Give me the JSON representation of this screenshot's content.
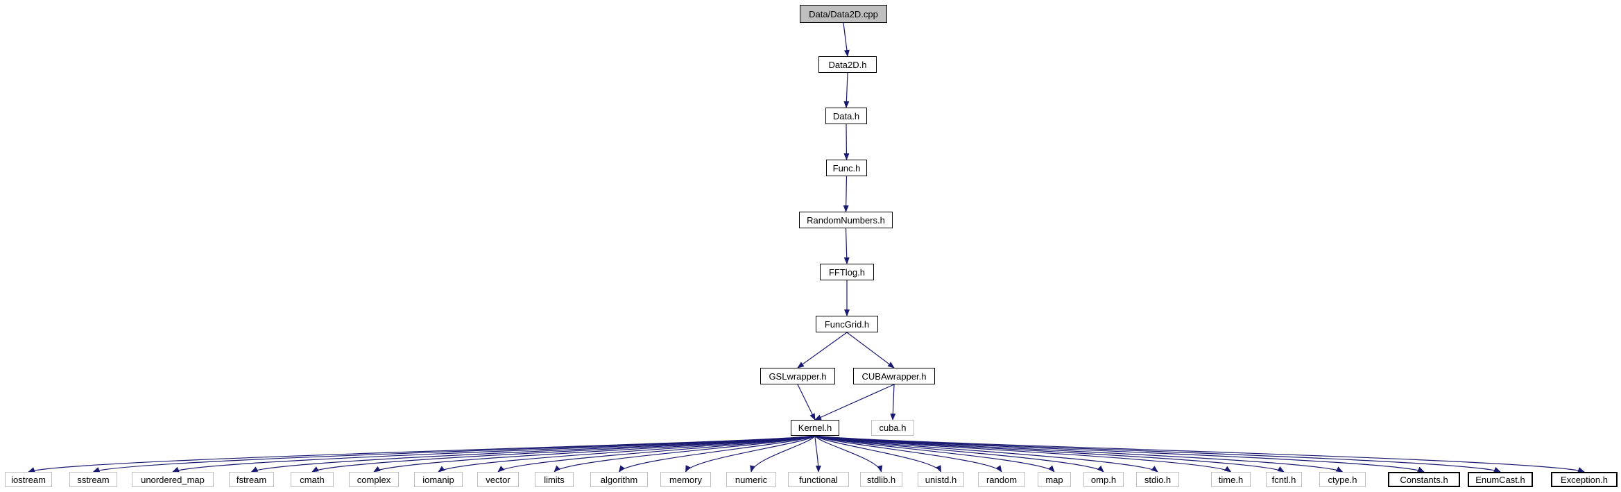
{
  "graph": {
    "edge_color": "#191970",
    "nodes": [
      {
        "id": "data2d_cpp",
        "label": "Data/Data2D.cpp",
        "kind": "root"
      },
      {
        "id": "data2d_h",
        "label": "Data2D.h",
        "kind": "local"
      },
      {
        "id": "data_h",
        "label": "Data.h",
        "kind": "local"
      },
      {
        "id": "func_h",
        "label": "Func.h",
        "kind": "local"
      },
      {
        "id": "randomnumbers_h",
        "label": "RandomNumbers.h",
        "kind": "local"
      },
      {
        "id": "fftlog_h",
        "label": "FFTlog.h",
        "kind": "local"
      },
      {
        "id": "funcgrid_h",
        "label": "FuncGrid.h",
        "kind": "local"
      },
      {
        "id": "gslwrapper_h",
        "label": "GSLwrapper.h",
        "kind": "local"
      },
      {
        "id": "cubawrapper_h",
        "label": "CUBAwrapper.h",
        "kind": "local"
      },
      {
        "id": "kernel_h",
        "label": "Kernel.h",
        "kind": "local"
      },
      {
        "id": "cuba_h",
        "label": "cuba.h",
        "kind": "system"
      },
      {
        "id": "iostream",
        "label": "iostream",
        "kind": "system"
      },
      {
        "id": "sstream",
        "label": "sstream",
        "kind": "system"
      },
      {
        "id": "unordered_map",
        "label": "unordered_map",
        "kind": "system"
      },
      {
        "id": "fstream",
        "label": "fstream",
        "kind": "system"
      },
      {
        "id": "cmath",
        "label": "cmath",
        "kind": "system"
      },
      {
        "id": "complex",
        "label": "complex",
        "kind": "system"
      },
      {
        "id": "iomanip",
        "label": "iomanip",
        "kind": "system"
      },
      {
        "id": "vector",
        "label": "vector",
        "kind": "system"
      },
      {
        "id": "limits",
        "label": "limits",
        "kind": "system"
      },
      {
        "id": "algorithm",
        "label": "algorithm",
        "kind": "system"
      },
      {
        "id": "memory",
        "label": "memory",
        "kind": "system"
      },
      {
        "id": "numeric",
        "label": "numeric",
        "kind": "system"
      },
      {
        "id": "functional",
        "label": "functional",
        "kind": "system"
      },
      {
        "id": "stdlib_h",
        "label": "stdlib.h",
        "kind": "system"
      },
      {
        "id": "unistd_h",
        "label": "unistd.h",
        "kind": "system"
      },
      {
        "id": "random",
        "label": "random",
        "kind": "system"
      },
      {
        "id": "map",
        "label": "map",
        "kind": "system"
      },
      {
        "id": "omp_h",
        "label": "omp.h",
        "kind": "system"
      },
      {
        "id": "stdio_h",
        "label": "stdio.h",
        "kind": "system"
      },
      {
        "id": "time_h",
        "label": "time.h",
        "kind": "system"
      },
      {
        "id": "fcntl_h",
        "label": "fcntl.h",
        "kind": "system"
      },
      {
        "id": "ctype_h",
        "label": "ctype.h",
        "kind": "system"
      },
      {
        "id": "constants_h",
        "label": "Constants.h",
        "kind": "local-bold"
      },
      {
        "id": "enumcast_h",
        "label": "EnumCast.h",
        "kind": "local-bold"
      },
      {
        "id": "exception_h",
        "label": "Exception.h",
        "kind": "local-bold"
      }
    ],
    "edges": [
      [
        "data2d_cpp",
        "data2d_h"
      ],
      [
        "data2d_h",
        "data_h"
      ],
      [
        "data_h",
        "func_h"
      ],
      [
        "func_h",
        "randomnumbers_h"
      ],
      [
        "randomnumbers_h",
        "fftlog_h"
      ],
      [
        "fftlog_h",
        "funcgrid_h"
      ],
      [
        "funcgrid_h",
        "gslwrapper_h"
      ],
      [
        "funcgrid_h",
        "cubawrapper_h"
      ],
      [
        "gslwrapper_h",
        "kernel_h"
      ],
      [
        "cubawrapper_h",
        "kernel_h"
      ],
      [
        "cubawrapper_h",
        "cuba_h"
      ],
      [
        "kernel_h",
        "iostream"
      ],
      [
        "kernel_h",
        "sstream"
      ],
      [
        "kernel_h",
        "unordered_map"
      ],
      [
        "kernel_h",
        "fstream"
      ],
      [
        "kernel_h",
        "cmath"
      ],
      [
        "kernel_h",
        "complex"
      ],
      [
        "kernel_h",
        "iomanip"
      ],
      [
        "kernel_h",
        "vector"
      ],
      [
        "kernel_h",
        "limits"
      ],
      [
        "kernel_h",
        "algorithm"
      ],
      [
        "kernel_h",
        "memory"
      ],
      [
        "kernel_h",
        "numeric"
      ],
      [
        "kernel_h",
        "functional"
      ],
      [
        "kernel_h",
        "stdlib_h"
      ],
      [
        "kernel_h",
        "unistd_h"
      ],
      [
        "kernel_h",
        "random"
      ],
      [
        "kernel_h",
        "map"
      ],
      [
        "kernel_h",
        "omp_h"
      ],
      [
        "kernel_h",
        "stdio_h"
      ],
      [
        "kernel_h",
        "time_h"
      ],
      [
        "kernel_h",
        "fcntl_h"
      ],
      [
        "kernel_h",
        "ctype_h"
      ],
      [
        "kernel_h",
        "constants_h"
      ],
      [
        "kernel_h",
        "enumcast_h"
      ],
      [
        "kernel_h",
        "exception_h"
      ]
    ]
  }
}
